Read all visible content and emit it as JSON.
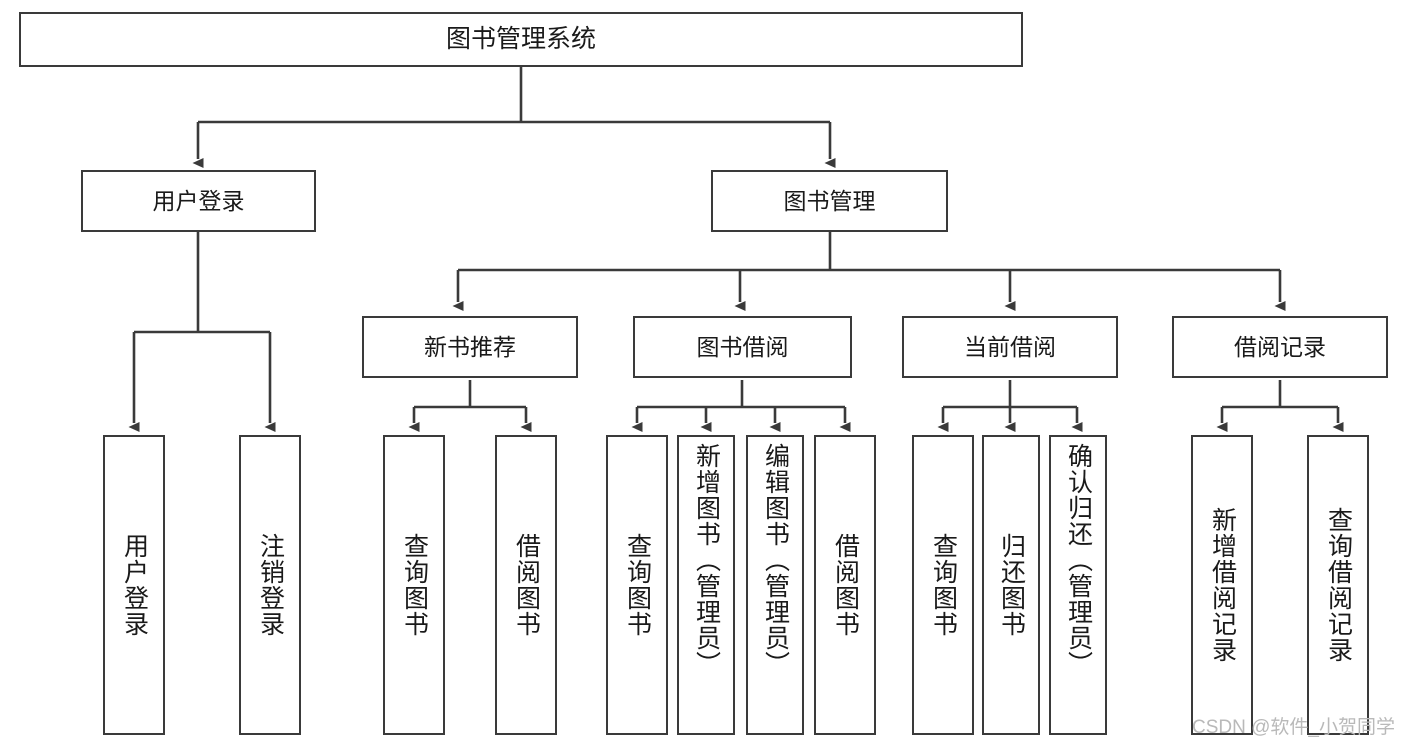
{
  "diagram": {
    "type": "tree-hierarchy-chart",
    "title": "图书管理系统",
    "colors": {
      "box_border": "#3a3a3a",
      "box_fill": "#ffffff",
      "edge": "#3a3a3a",
      "text": "#1a1a1a",
      "watermark": "#b9b9b9"
    },
    "root": {
      "label": "图书管理系统"
    },
    "level2": [
      {
        "label": "用户登录"
      },
      {
        "label": "图书管理"
      }
    ],
    "level3": [
      {
        "label": "新书推荐"
      },
      {
        "label": "图书借阅"
      },
      {
        "label": "当前借阅"
      },
      {
        "label": "借阅记录"
      }
    ],
    "leaves": {
      "user_login": [
        {
          "label": "用户登录"
        },
        {
          "label": "注销登录"
        }
      ],
      "new_book_recommend": [
        {
          "label": "查询图书"
        },
        {
          "label": "借阅图书"
        }
      ],
      "book_borrow": [
        {
          "label": "查询图书"
        },
        {
          "label": "新增图书（管理员）"
        },
        {
          "label": "编辑图书（管理员）"
        },
        {
          "label": "借阅图书"
        }
      ],
      "current_borrow": [
        {
          "label": "查询图书"
        },
        {
          "label": "归还图书"
        },
        {
          "label": "确认归还（管理员）"
        }
      ],
      "borrow_record": [
        {
          "label": "新增借阅记录"
        },
        {
          "label": "查询借阅记录"
        }
      ]
    },
    "watermark": "CSDN @软件_小贺同学"
  }
}
